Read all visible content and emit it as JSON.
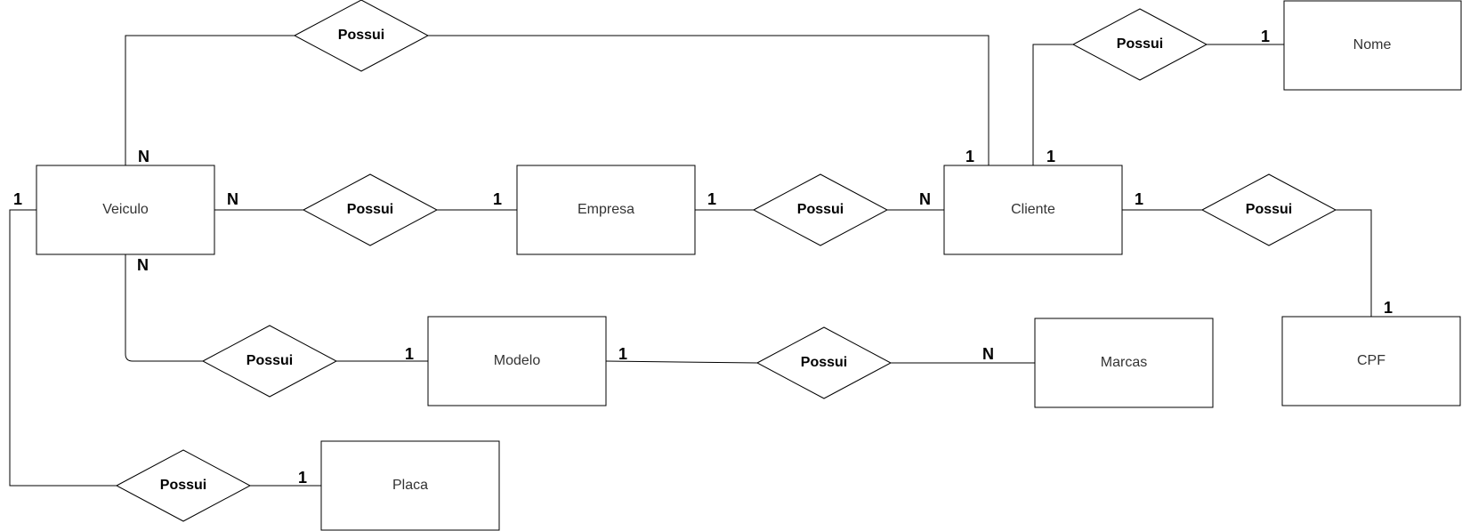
{
  "entities": {
    "veiculo": "Veiculo",
    "empresa": "Empresa",
    "cliente": "Cliente",
    "nome": "Nome",
    "cpf": "CPF",
    "modelo": "Modelo",
    "marcas": "Marcas",
    "placa": "Placa"
  },
  "relationships": {
    "veiculo_cliente": "Possui",
    "cliente_nome": "Possui",
    "veiculo_empresa": "Possui",
    "empresa_cliente": "Possui",
    "cliente_cpf": "Possui",
    "veiculo_modelo": "Possui",
    "modelo_marcas": "Possui",
    "veiculo_placa": "Possui"
  },
  "cardinalities": {
    "veiculo_top": "N",
    "veiculo_right": "N",
    "veiculo_bottom": "N",
    "veiculo_left": "1",
    "empresa_left": "1",
    "empresa_right": "1",
    "cliente_left": "N",
    "cliente_top_a": "1",
    "cliente_top_b": "1",
    "cliente_right": "1",
    "nome_left": "1",
    "cpf_top": "1",
    "modelo_left": "1",
    "modelo_right": "1",
    "marcas_left": "N",
    "placa_left": "1"
  }
}
